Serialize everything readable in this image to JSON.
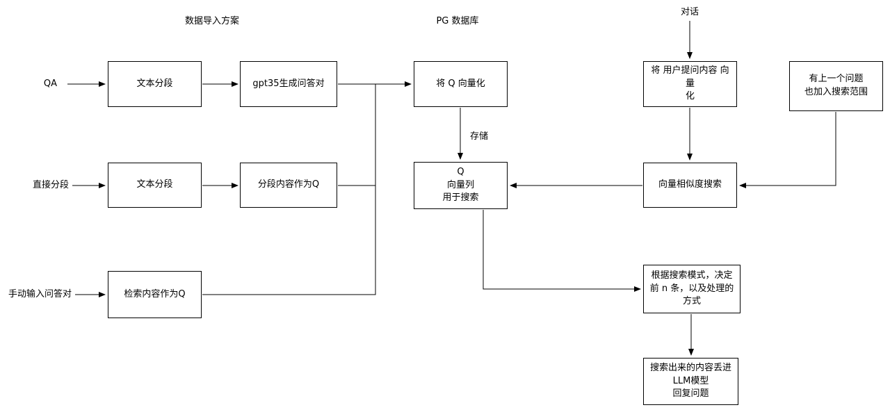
{
  "diagram": {
    "titles": {
      "data_import": "数据导入方案",
      "pg_db": "PG 数据库",
      "chat": "对话"
    },
    "source_labels": {
      "qa": "QA",
      "direct_split": "直接分段",
      "manual_qa": "手动输入问答对"
    },
    "edge_labels": {
      "store": "存储"
    },
    "nodes": {
      "text_split_1": {
        "label": "文本分段"
      },
      "gpt35_qa": {
        "label": "gpt35生成问答对"
      },
      "vectorize_q": {
        "label": "将 Q 向量化"
      },
      "vectorize_user": {
        "label": "将 用户提问内容 向量\n化"
      },
      "prev_question": {
        "label": "有上一个问题\n也加入搜索范围"
      },
      "text_split_2": {
        "label": "文本分段"
      },
      "segment_as_q": {
        "label": "分段内容作为Q"
      },
      "q_vector_col": {
        "label": "Q\n向量列\n用于搜索"
      },
      "similarity_search": {
        "label": "向量相似度搜索"
      },
      "retrieval_as_q": {
        "label": "检索内容作为Q"
      },
      "search_mode": {
        "label": "根据搜索模式，决定\n前 n 条，以及处理的\n方式"
      },
      "llm_answer": {
        "label": "搜索出来的内容丢进\nLLM模型\n回复问题"
      }
    }
  }
}
